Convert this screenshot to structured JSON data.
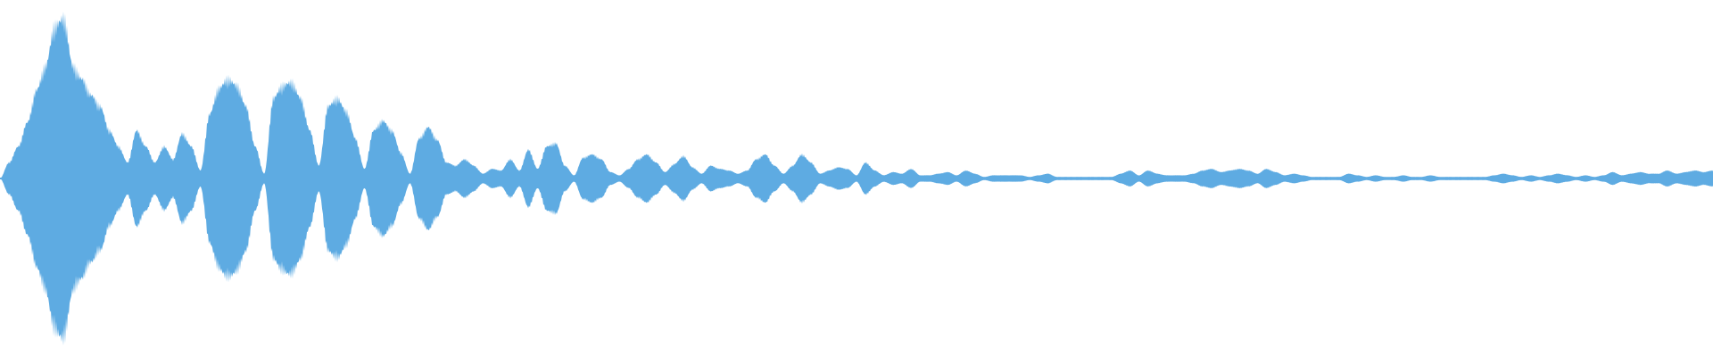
{
  "waveform": {
    "color": "#5eabe2",
    "background": "#ffffff",
    "envelope": [
      0.0,
      0.1,
      0.2,
      0.35,
      0.55,
      0.7,
      0.95,
      1.0,
      0.7,
      0.62,
      0.52,
      0.45,
      0.3,
      0.2,
      0.1,
      0.3,
      0.2,
      0.1,
      0.2,
      0.12,
      0.28,
      0.2,
      0.05,
      0.4,
      0.56,
      0.62,
      0.58,
      0.45,
      0.2,
      0.03,
      0.5,
      0.58,
      0.6,
      0.5,
      0.3,
      0.08,
      0.45,
      0.5,
      0.42,
      0.25,
      0.06,
      0.3,
      0.36,
      0.3,
      0.16,
      0.03,
      0.25,
      0.32,
      0.24,
      0.1,
      0.08,
      0.12,
      0.08,
      0.03,
      0.06,
      0.05,
      0.12,
      0.05,
      0.18,
      0.06,
      0.2,
      0.22,
      0.08,
      0.02,
      0.13,
      0.15,
      0.12,
      0.04,
      0.02,
      0.06,
      0.12,
      0.15,
      0.1,
      0.04,
      0.09,
      0.14,
      0.07,
      0.03,
      0.08,
      0.06,
      0.05,
      0.03,
      0.05,
      0.12,
      0.15,
      0.08,
      0.03,
      0.08,
      0.15,
      0.1,
      0.03,
      0.05,
      0.07,
      0.06,
      0.02,
      0.1,
      0.05,
      0.02,
      0.04,
      0.03,
      0.06,
      0.02,
      0.02,
      0.03,
      0.04,
      0.02,
      0.05,
      0.03,
      0.01,
      0.02,
      0.02,
      0.02,
      0.02,
      0.01,
      0.02,
      0.03,
      0.01,
      0.01,
      0.01,
      0.01,
      0.01,
      0.01,
      0.01,
      0.03,
      0.05,
      0.02,
      0.05,
      0.03,
      0.02,
      0.02,
      0.02,
      0.03,
      0.05,
      0.06,
      0.04,
      0.05,
      0.06,
      0.05,
      0.03,
      0.06,
      0.04,
      0.02,
      0.03,
      0.02,
      0.01,
      0.01,
      0.01,
      0.01,
      0.03,
      0.02,
      0.01,
      0.02,
      0.01,
      0.01,
      0.02,
      0.01,
      0.01,
      0.02,
      0.01,
      0.01,
      0.01,
      0.01,
      0.01,
      0.01,
      0.02,
      0.03,
      0.02,
      0.01,
      0.02,
      0.01,
      0.02,
      0.03,
      0.02,
      0.01,
      0.02,
      0.01,
      0.02,
      0.04,
      0.02,
      0.03,
      0.04,
      0.03,
      0.03,
      0.05,
      0.03,
      0.04,
      0.05,
      0.04,
      0.05
    ]
  }
}
